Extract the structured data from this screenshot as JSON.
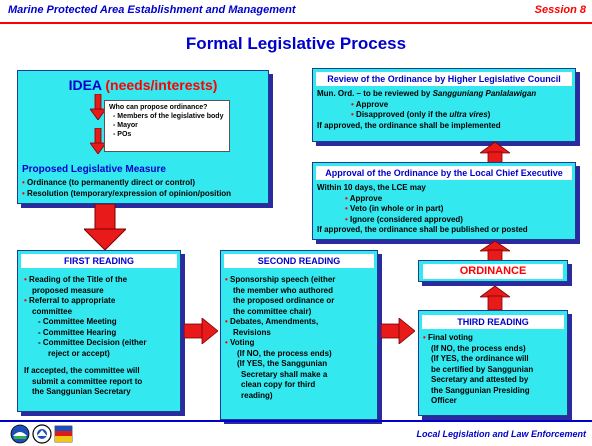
{
  "header": {
    "left": "Marine Protected Area Establishment and Management",
    "right": "Session 8"
  },
  "title": "Formal Legislative Process",
  "idea": {
    "title": "IDEA",
    "title_paren": "(needs/interests)",
    "who_heading": "Who can propose ordinance?",
    "who_items": [
      "- Members of the legislative body",
      "- Mayor",
      "- POs"
    ],
    "plm_heading": "Proposed Legislative Measure",
    "plm_items": [
      "Ordinance (to permanently direct or control)",
      "Resolution (temporary/expression of opinion/position"
    ]
  },
  "review": {
    "title": "Review of the Ordinance by Higher Legislative Council",
    "line1_pre": "Mun. Ord. – to be reviewed by",
    "line1_em": "Sangguniang Panlalawigan",
    "b1": "Approve",
    "b2_pre": "Disapproved (only if the",
    "b2_em": "ultra vires",
    "b2_post": ")",
    "line_end": "If approved, the ordinance shall be implemented"
  },
  "approval": {
    "title": "Approval of the Ordinance by the Local Chief Executive",
    "line1": "Within 10 days, the LCE may",
    "items": [
      "Approve",
      "Veto (in whole or in part)",
      "Ignore (considered approved)"
    ],
    "line_end": "If approved, the ordinance shall be published or posted"
  },
  "ordinance": "ORDINANCE",
  "first": {
    "title": "FIRST READING",
    "b1": [
      "Reading of the Title of the",
      "proposed measure"
    ],
    "b2": [
      "Referral to appropriate",
      "committee"
    ],
    "sub": [
      "- Committee Meeting",
      "- Committee Hearing",
      "- Committee Decision (either",
      "reject or accept)"
    ],
    "end": [
      "If accepted, the committee will",
      "submit a committee report to",
      "the Sanggunian Secretary"
    ]
  },
  "second": {
    "title": "SECOND READING",
    "b1": [
      "Sponsorship speech (either",
      "the member who authored",
      "the proposed ordinance or",
      "the committee chair)"
    ],
    "b2": [
      "Debates, Amendments,",
      "Revisions"
    ],
    "b3": [
      "Voting",
      "(If NO, the process  ends)",
      "(If YES, the Sanggunian",
      "Secretary shall make a",
      "clean copy for third",
      "reading)"
    ]
  },
  "third": {
    "title": "THIRD READING",
    "b1": [
      "Final voting",
      "(If NO, the process ends)",
      "(If YES, the ordinance will",
      "be certified by Sanggunian",
      "Secretary and attested by",
      "the Sanggunian Presiding",
      "Officer"
    ]
  },
  "footer": "Local Legislation and Law Enforcement",
  "colors": {
    "box": "#33e8ee",
    "arrow": "#e81a1a",
    "title": "#0000cc",
    "accent": "#ff0000"
  },
  "icons": [
    "logo-1-icon",
    "logo-2-icon",
    "logo-3-icon"
  ]
}
